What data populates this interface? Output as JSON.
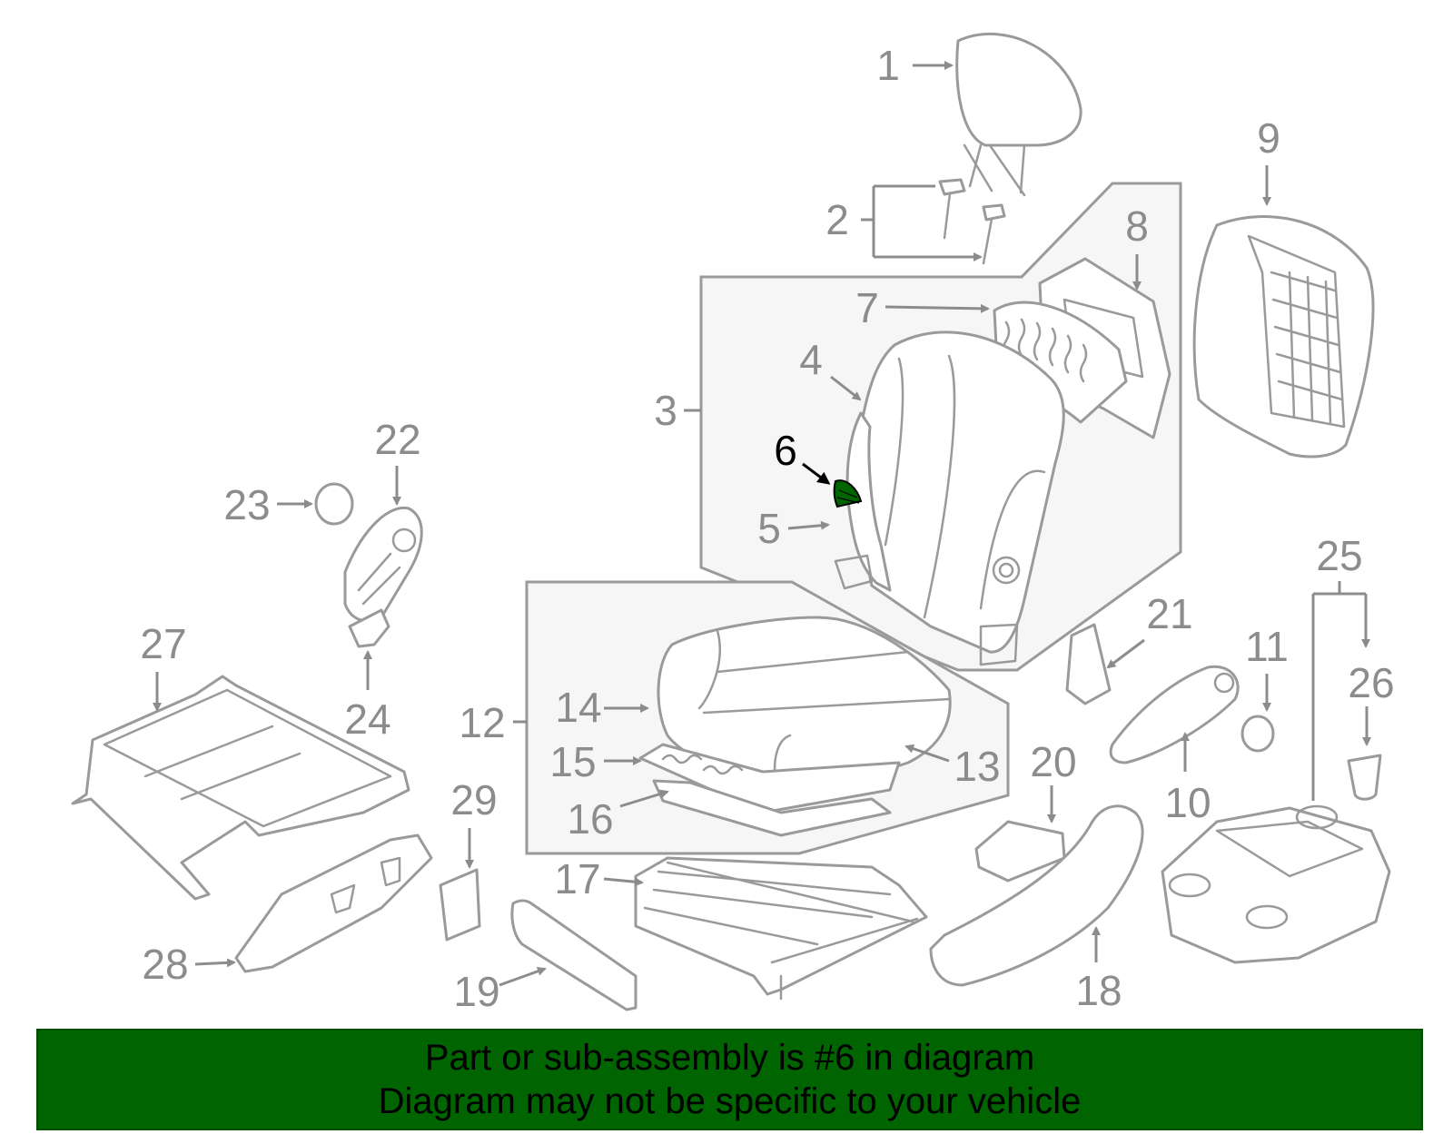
{
  "callouts": [
    {
      "id": "1",
      "label": "1"
    },
    {
      "id": "2",
      "label": "2"
    },
    {
      "id": "3",
      "label": "3"
    },
    {
      "id": "4",
      "label": "4"
    },
    {
      "id": "5",
      "label": "5"
    },
    {
      "id": "6",
      "label": "6"
    },
    {
      "id": "7",
      "label": "7"
    },
    {
      "id": "8",
      "label": "8"
    },
    {
      "id": "9",
      "label": "9"
    },
    {
      "id": "10",
      "label": "10"
    },
    {
      "id": "11",
      "label": "11"
    },
    {
      "id": "12",
      "label": "12"
    },
    {
      "id": "13",
      "label": "13"
    },
    {
      "id": "14",
      "label": "14"
    },
    {
      "id": "15",
      "label": "15"
    },
    {
      "id": "16",
      "label": "16"
    },
    {
      "id": "17",
      "label": "17"
    },
    {
      "id": "18",
      "label": "18"
    },
    {
      "id": "19",
      "label": "19"
    },
    {
      "id": "20",
      "label": "20"
    },
    {
      "id": "21",
      "label": "21"
    },
    {
      "id": "22",
      "label": "22"
    },
    {
      "id": "23",
      "label": "23"
    },
    {
      "id": "24",
      "label": "24"
    },
    {
      "id": "25",
      "label": "25"
    },
    {
      "id": "26",
      "label": "26"
    },
    {
      "id": "27",
      "label": "27"
    },
    {
      "id": "28",
      "label": "28"
    },
    {
      "id": "29",
      "label": "29"
    }
  ],
  "highlighted_part": "6",
  "highlight_color": "#006400",
  "banner": {
    "line1": "Part or sub-assembly is #6 in diagram",
    "line2": "Diagram may not be specific to your vehicle",
    "background": "#006400"
  }
}
